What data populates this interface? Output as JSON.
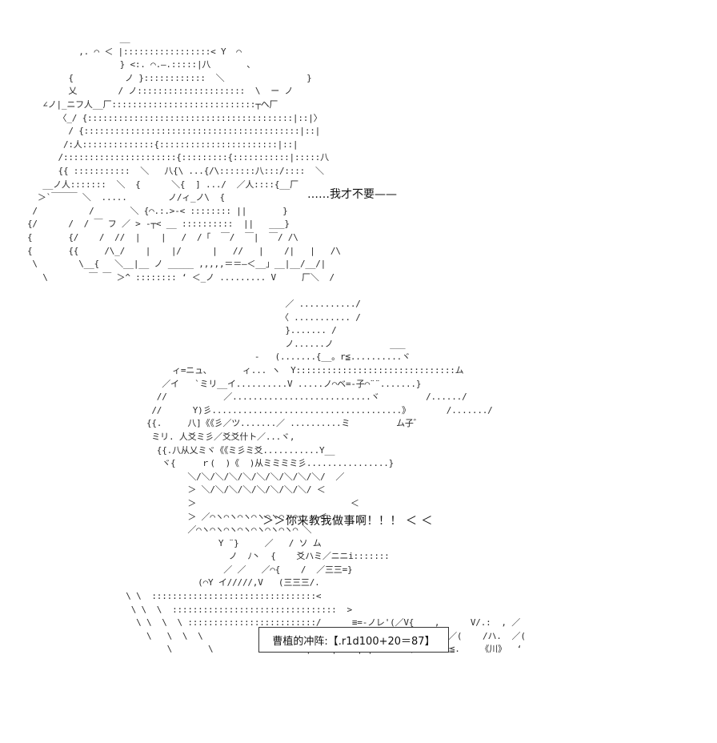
{
  "speech_top": "……我才不要——",
  "speech_bottom": "＞＞你来教我做事啊！！！ ＜ ＜",
  "dice_roll": "曹植的冲阵:【.r1d100+20＝87】",
  "art_top": "                  __\n          ,. ⌒ ＜ |:::::::::::::::::< Y  ⌒\n                  } <:. ⌒.―.:::::|八       、\n        {          ノ }::::::::::::  ＼                }\n        乂        / ノ:::::::::::::::::::::  \\  ー ノ\n   ∠ノ|_ニフ人__厂::::::::::::::::::::::::::::┬ヘ厂\n      〈_/ {::::::::::::::::::::::::::::::::::::::::|::|〉\n        / {::::::::::::::::::::::::::::::::::::::::::|::|\n       /:人::::::::::::::{:::::::::::::::::::::::|::|\n      /::::::::::::::::::::::{:::::::::{:::::::::::|:::::八\n      {{ :::::::::::  ＼   八{\\ ...{/\\:::::::八:::/::::  ＼\n   __ノ人:::::::  ＼  {      ＼{  ] .../  ／人::::{__厂\n  ＞`￣￣￣ ＼  .....        ノ/ィ_ノ\\  {\n /          /       ＼ {⌒.:.>‐< :::::::: ||       }\n{/      /  / ￣ フ ／ > ‐┬< __ ::::::::::  ||   ___}\n{       {/    /  //  |    |   /  /「  ￣/  ￣|  ￣/ /\\\n{       {{     /\\_/    |    |/      |   //   |    /|   |   /\\\n \\        \\__{   ＼__|__ ノ _____ ,,,,,＝＝―＜__」__|__/__/|\n   \\        ￣ ￣ ＞^ :::::::: ‘ ＜_ノ ......... V     厂＼  /",
  "art_bottom": "                                  ／ .........../\n                                 〈 ........... /\n                                  }....... /\n                                  ノ......ノ           ___\n                            -   (.......{__。r≦..........ヾ\n            ィ=ニュ、      ィ... ヽ  Y:::::::::::::::::::::::::::::::ム\n          ／イ   `ミリ__イ..........V .....ノ⌒ベ=‐子⌒¨¨.......}\n         //           ／...........................ヾ         /....../\n        //      Y)彡.....................................》       /......./\n       {{.     八]《《彡／ツ.......／ ..........ミ         ム子゛\n        ミリ. 人爻ミ彡／爻爻什ト／...ヾ,\n         {{.八从乂ミヾ《《ミ彡ミ爻...........Y__\n          ヾ{     ｒ(  )《  )从ミミミミ彡................}\n               ＼/＼/＼/＼/＼/＼/＼/＼/＼/＼/  ／\n               ＞ ＼/＼/＼/＼/＼/＼/＼/＼/ ＜\n               ＞                              ＜\n               ＞ ／⌒ヽ⌒ヽ⌒ヽ⌒ヽ⌒ヽ⌒ヽ⌒    ＜\n               ／⌒ヽ⌒ヽ⌒ヽ⌒ヽ⌒ヽ⌒ヽ⌒ヽ⌒ ＼\n                     Y ¨}     ／   / ソ ム\n                       ノ  ﾉ丶  {    爻ハミ／ニニi:::::::\n                      ／ ／   ／⌒{    /  ／三三=}\n                 (⌒Y イ/////,V   (三三三/.\n   \\ \\  ::::::::::::::::::::::::::::::::<\n    \\ \\  \\  ::::::::::::::::::::::::::::::::  >\n     \\ \\  \\  \\ :::::::::::::::::::::::::/      ≡=-ノレ'(／V{    ,      V/.:  , ／\n       \\   \\  \\  \\                   /三三=(...i|/|    (／ .[/ハ...／(    /ハ.  ／(\n           \\       \\                  |    |    |/|       (      ≧≦.    《川》  ‘"
}
